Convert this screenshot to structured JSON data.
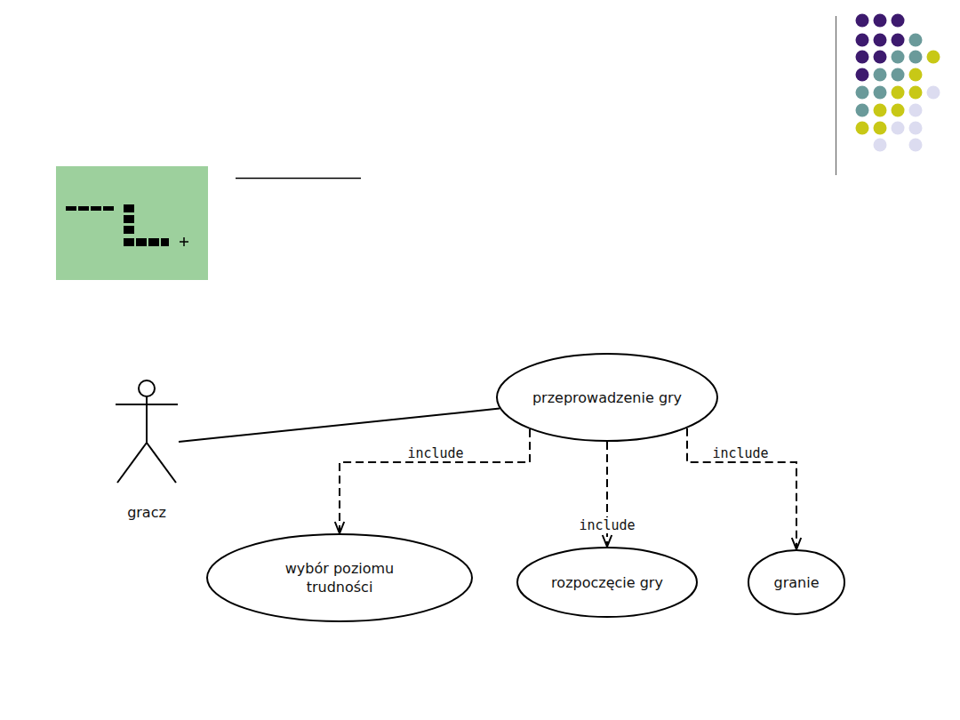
{
  "diagram": {
    "nodes": [
      {
        "text": [
          "gracz"
        ]
      },
      {
        "text": [
          "przeprowadzenie gry"
        ]
      },
      {
        "text": [
          "wybór poziomu trudności"
        ]
      },
      {
        "text": [
          "rozpoczęcie gry"
        ]
      },
      {
        "text": [
          "granie"
        ]
      }
    ],
    "edges": [
      {
        "from": 0,
        "to": 1,
        "arrow": "none"
      },
      {
        "from": 1,
        "to": 2,
        "arrow": "to",
        "label": "include"
      },
      {
        "from": 1,
        "to": 3,
        "arrow": "to",
        "label": "include"
      },
      {
        "from": 1,
        "to": 4,
        "arrow": "to",
        "label": "include"
      }
    ]
  }
}
